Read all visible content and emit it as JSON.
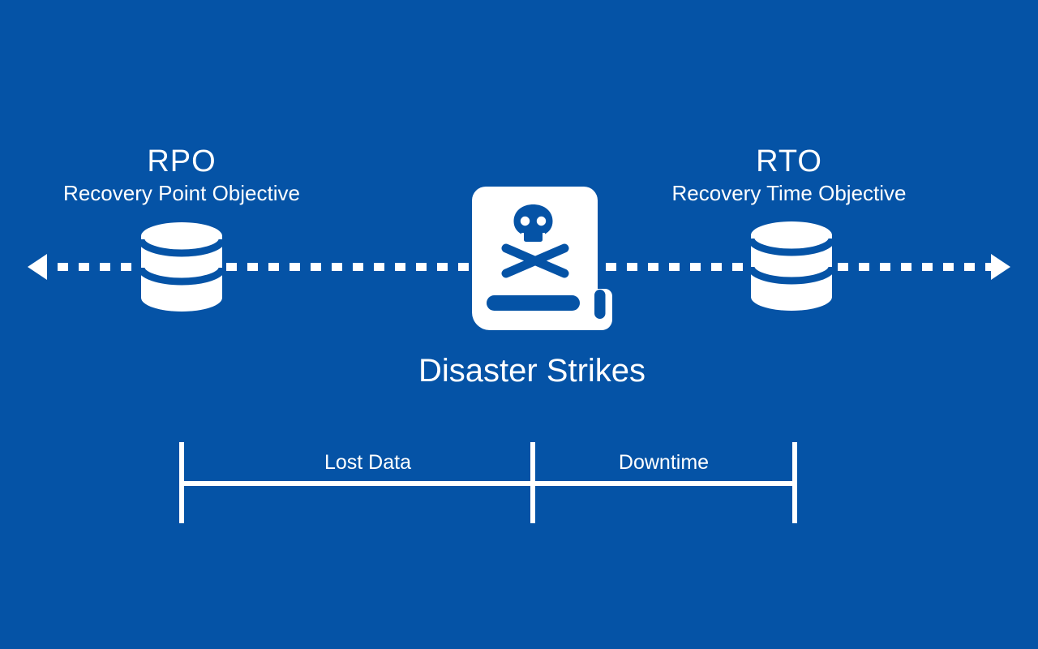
{
  "colors": {
    "background": "#0553a6",
    "foreground": "#ffffff"
  },
  "rpo": {
    "title": "RPO",
    "subtitle": "Recovery Point Objective"
  },
  "rto": {
    "title": "RTO",
    "subtitle": "Recovery Time Objective"
  },
  "disaster": {
    "label": "Disaster Strikes"
  },
  "timeline": {
    "segments": [
      {
        "label": "Lost Data"
      },
      {
        "label": "Downtime"
      }
    ]
  },
  "icons": {
    "left_database": "database-icon",
    "right_database": "database-icon",
    "center": "book-skull-icon",
    "line": "double-headed-dashed-arrow"
  }
}
